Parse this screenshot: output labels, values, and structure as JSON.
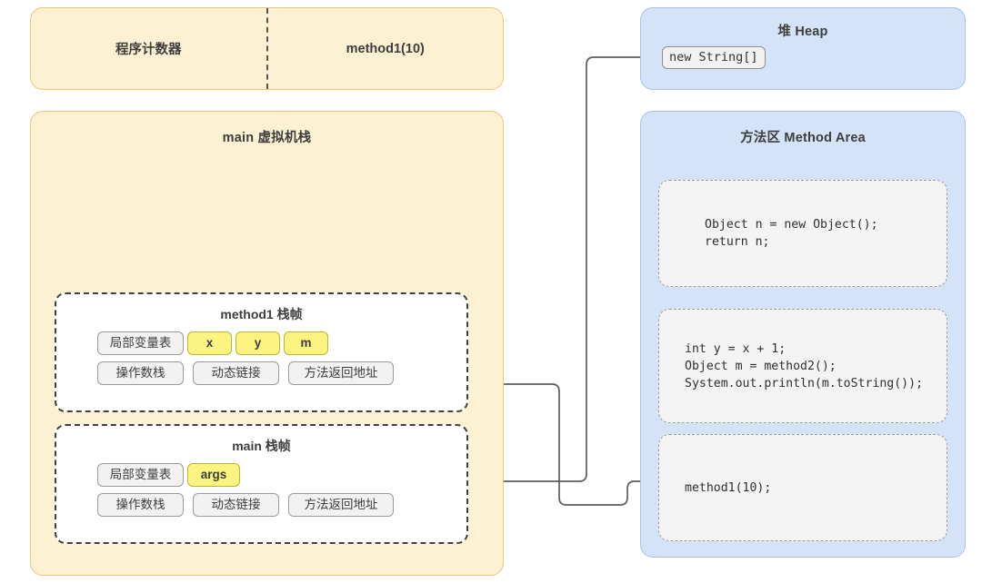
{
  "diagram": {
    "title": "JVM Runtime Data Areas",
    "colors": {
      "stack_fill": "#fdf1d4",
      "stack_border": "#f0c674",
      "heap_fill": "#d4e3f7",
      "heap_border": "#a4c2ea",
      "slot_fill": "#fbf481",
      "slot_border": "#bdb334",
      "chip_fill": "#f2f2f2",
      "chip_border": "#9a9a9a",
      "code_fill": "#f4f4f4",
      "code_border": "#9c9c9c",
      "connector": "#6b6b6b"
    }
  },
  "pc_register": {
    "label": "程序计数器",
    "value": "method1(10)"
  },
  "vm_stack": {
    "title": "main 虚拟机栈",
    "frames": [
      {
        "title": "method1 栈帧",
        "local_variable_table_label": "局部变量表",
        "slots": [
          "x",
          "y",
          "m"
        ],
        "operand_stack_label": "操作数栈",
        "dynamic_link_label": "动态链接",
        "return_address_label": "方法返回地址"
      },
      {
        "title": "main 栈帧",
        "local_variable_table_label": "局部变量表",
        "slots": [
          "args"
        ],
        "operand_stack_label": "操作数栈",
        "dynamic_link_label": "动态链接",
        "return_address_label": "方法返回地址"
      }
    ]
  },
  "heap": {
    "title": "堆 Heap",
    "objects": [
      "new String[]"
    ]
  },
  "method_area": {
    "title": "方法区 Method Area",
    "code_blocks": [
      {
        "lines": [
          "Object n = new Object();",
          "return n;"
        ]
      },
      {
        "lines": [
          "int y = x + 1;",
          "Object m = method2();",
          "System.out.println(m.toString());"
        ]
      },
      {
        "lines": [
          "method1(10);"
        ]
      }
    ]
  },
  "connectors": [
    {
      "name": "args-to-heap-object",
      "from": "main-frame-args-slot",
      "to": "heap-new-string-array",
      "arrow": true
    },
    {
      "name": "method1-return-address-to-main-code",
      "from": "method1-frame-return-address",
      "to": "method-area-code-block-3",
      "arrow": true
    }
  ]
}
